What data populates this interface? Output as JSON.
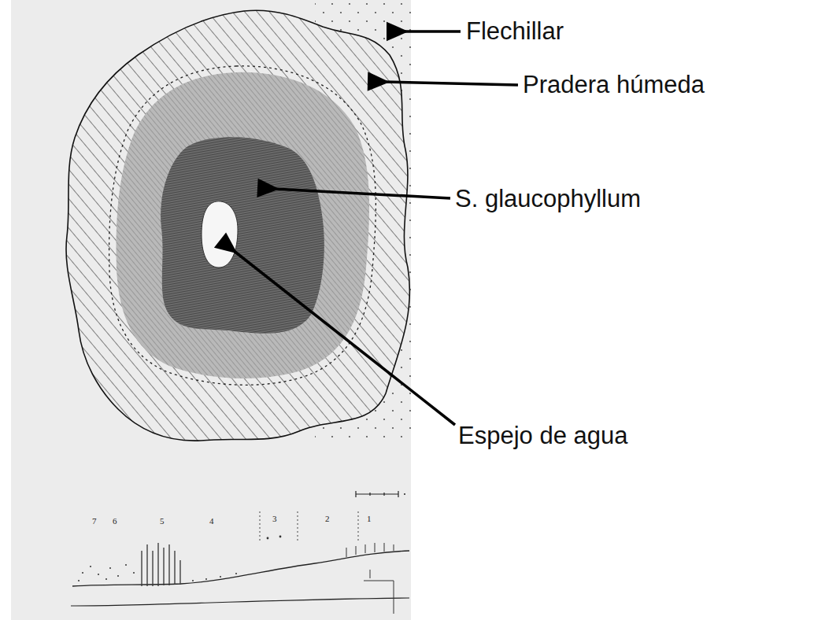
{
  "diagram": {
    "labels": [
      "Flechillar",
      "Pradera húmeda",
      "S. glaucophyllum",
      "Espejo de agua",
      "7",
      "6",
      "5",
      "4",
      "3",
      "2",
      "1"
    ]
  }
}
